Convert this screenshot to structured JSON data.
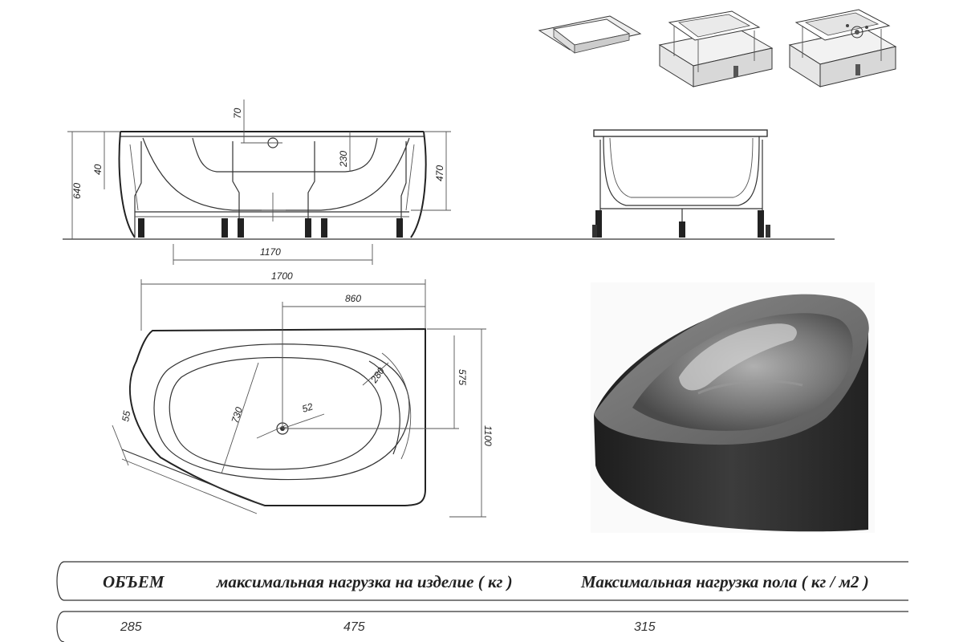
{
  "dimensions": {
    "height_total": "640",
    "height_inner": "40",
    "drain_top": "70",
    "drain_depth": "230",
    "depth": "470",
    "legs_span": "1170",
    "length": "1700",
    "offset": "860",
    "width": "1100",
    "drain_y": "575",
    "headrest_r": "280",
    "bowl": "730",
    "drain_r": "52",
    "corner": "55"
  },
  "table": {
    "headers": [
      "ОБЪЕМ",
      "максимальная нагрузка на изделие ( кг )",
      "Максимальная нагрузка пола ( кг / м2 )"
    ],
    "values": [
      "285",
      "475",
      "315"
    ]
  }
}
